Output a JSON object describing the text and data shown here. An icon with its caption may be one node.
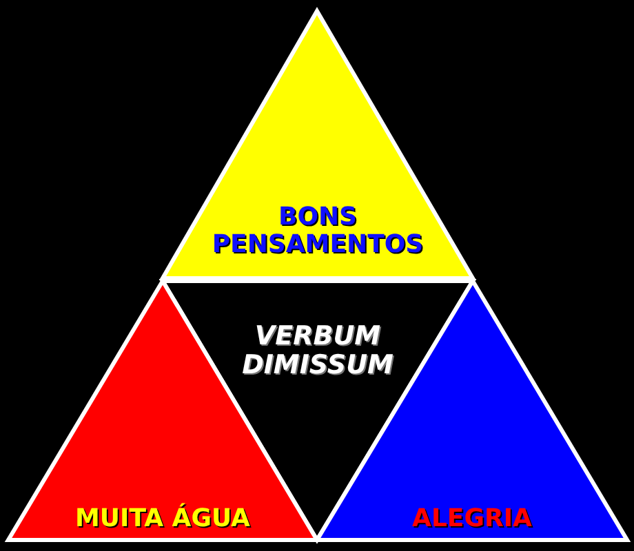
{
  "diagram": {
    "nodes": [
      {
        "text": [
          "BONS PENSAMENTOS"
        ]
      },
      {
        "text": [
          "VERBUM DIMISSUM"
        ]
      },
      {
        "text": [
          "MUITA ÁGUA"
        ]
      },
      {
        "text": [
          "ALEGRIA"
        ]
      }
    ]
  }
}
